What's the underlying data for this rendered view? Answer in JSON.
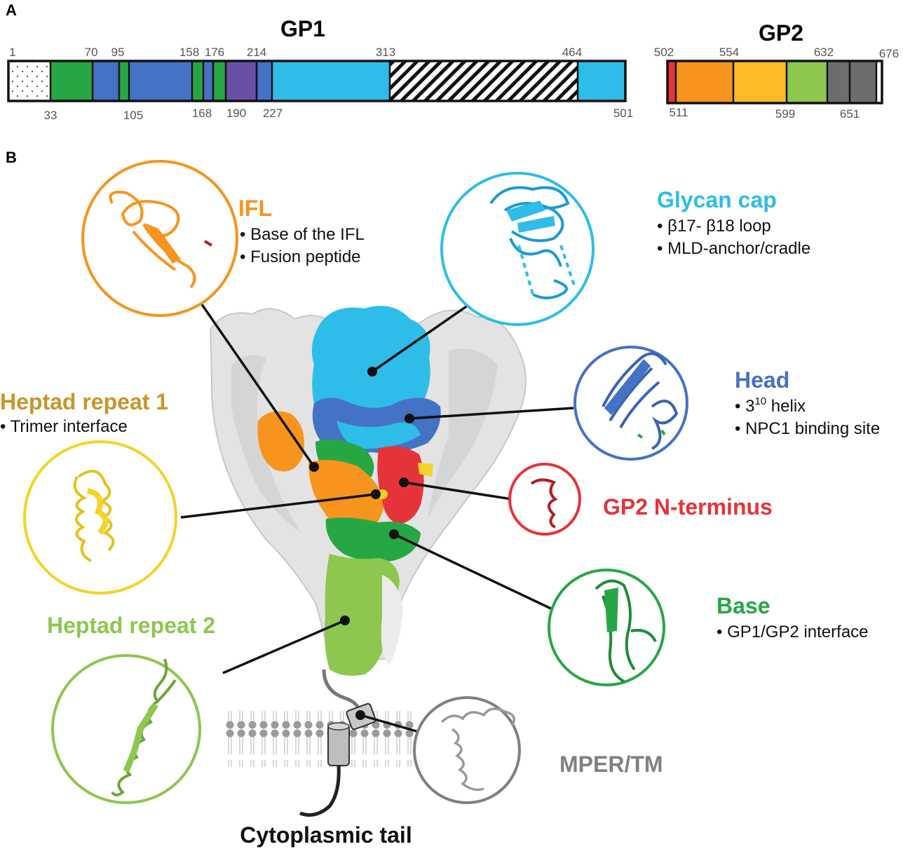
{
  "panels": {
    "a": "A",
    "b": "B"
  },
  "gp1": {
    "label": "GP1",
    "top_ticks": [
      "1",
      "70",
      "95",
      "158",
      "176",
      "214",
      "313",
      "464"
    ],
    "bottom_ticks": [
      "33",
      "105",
      "168",
      "190",
      "227",
      "501"
    ]
  },
  "gp2": {
    "label": "GP2",
    "top_ticks": [
      "502",
      "554",
      "632",
      "676"
    ],
    "bottom_ticks": [
      "511",
      "599",
      "651"
    ]
  },
  "domains": {
    "ifl": {
      "title": "IFL",
      "bullets": [
        "Base of the IFL",
        "Fusion peptide"
      ],
      "color": "#F7941D"
    },
    "glycan_cap": {
      "title": "Glycan cap",
      "bullets": [
        "β17- β18 loop",
        "MLD-anchor/cradle"
      ],
      "color": "#2EBDE9"
    },
    "head": {
      "title": "Head",
      "bullet1_sup_base": "3",
      "bullet1_sup": "10",
      "bullet1_rest": " helix",
      "bullet2": "NPC1 binding site",
      "color": "#4472C4"
    },
    "hr1": {
      "title": "Heptad repeat 1",
      "bullets": [
        "Trimer interface"
      ],
      "color": "#C8962A"
    },
    "gp2_nterm": {
      "title": "GP2 N-terminus",
      "color": "#E63339"
    },
    "base": {
      "title": "Base",
      "bullets": [
        "GP1/GP2 interface"
      ],
      "color": "#27A744"
    },
    "hr2": {
      "title": "Heptad repeat 2",
      "color": "#8DC74F"
    },
    "mper": {
      "title": "MPER/TM",
      "color": "#808080"
    },
    "tail": {
      "title": "Cytoplasmic tail"
    }
  },
  "colors": {
    "green": "#27A744",
    "blue": "#4472C4",
    "purple": "#6A4FA6",
    "cyan": "#2EBDE9",
    "red": "#E63339",
    "orange": "#F7941D",
    "yellow": "#FDB927",
    "lightgreen": "#8DC74F",
    "gray": "#6D6D6D",
    "hr1yellow": "#F5D327"
  }
}
